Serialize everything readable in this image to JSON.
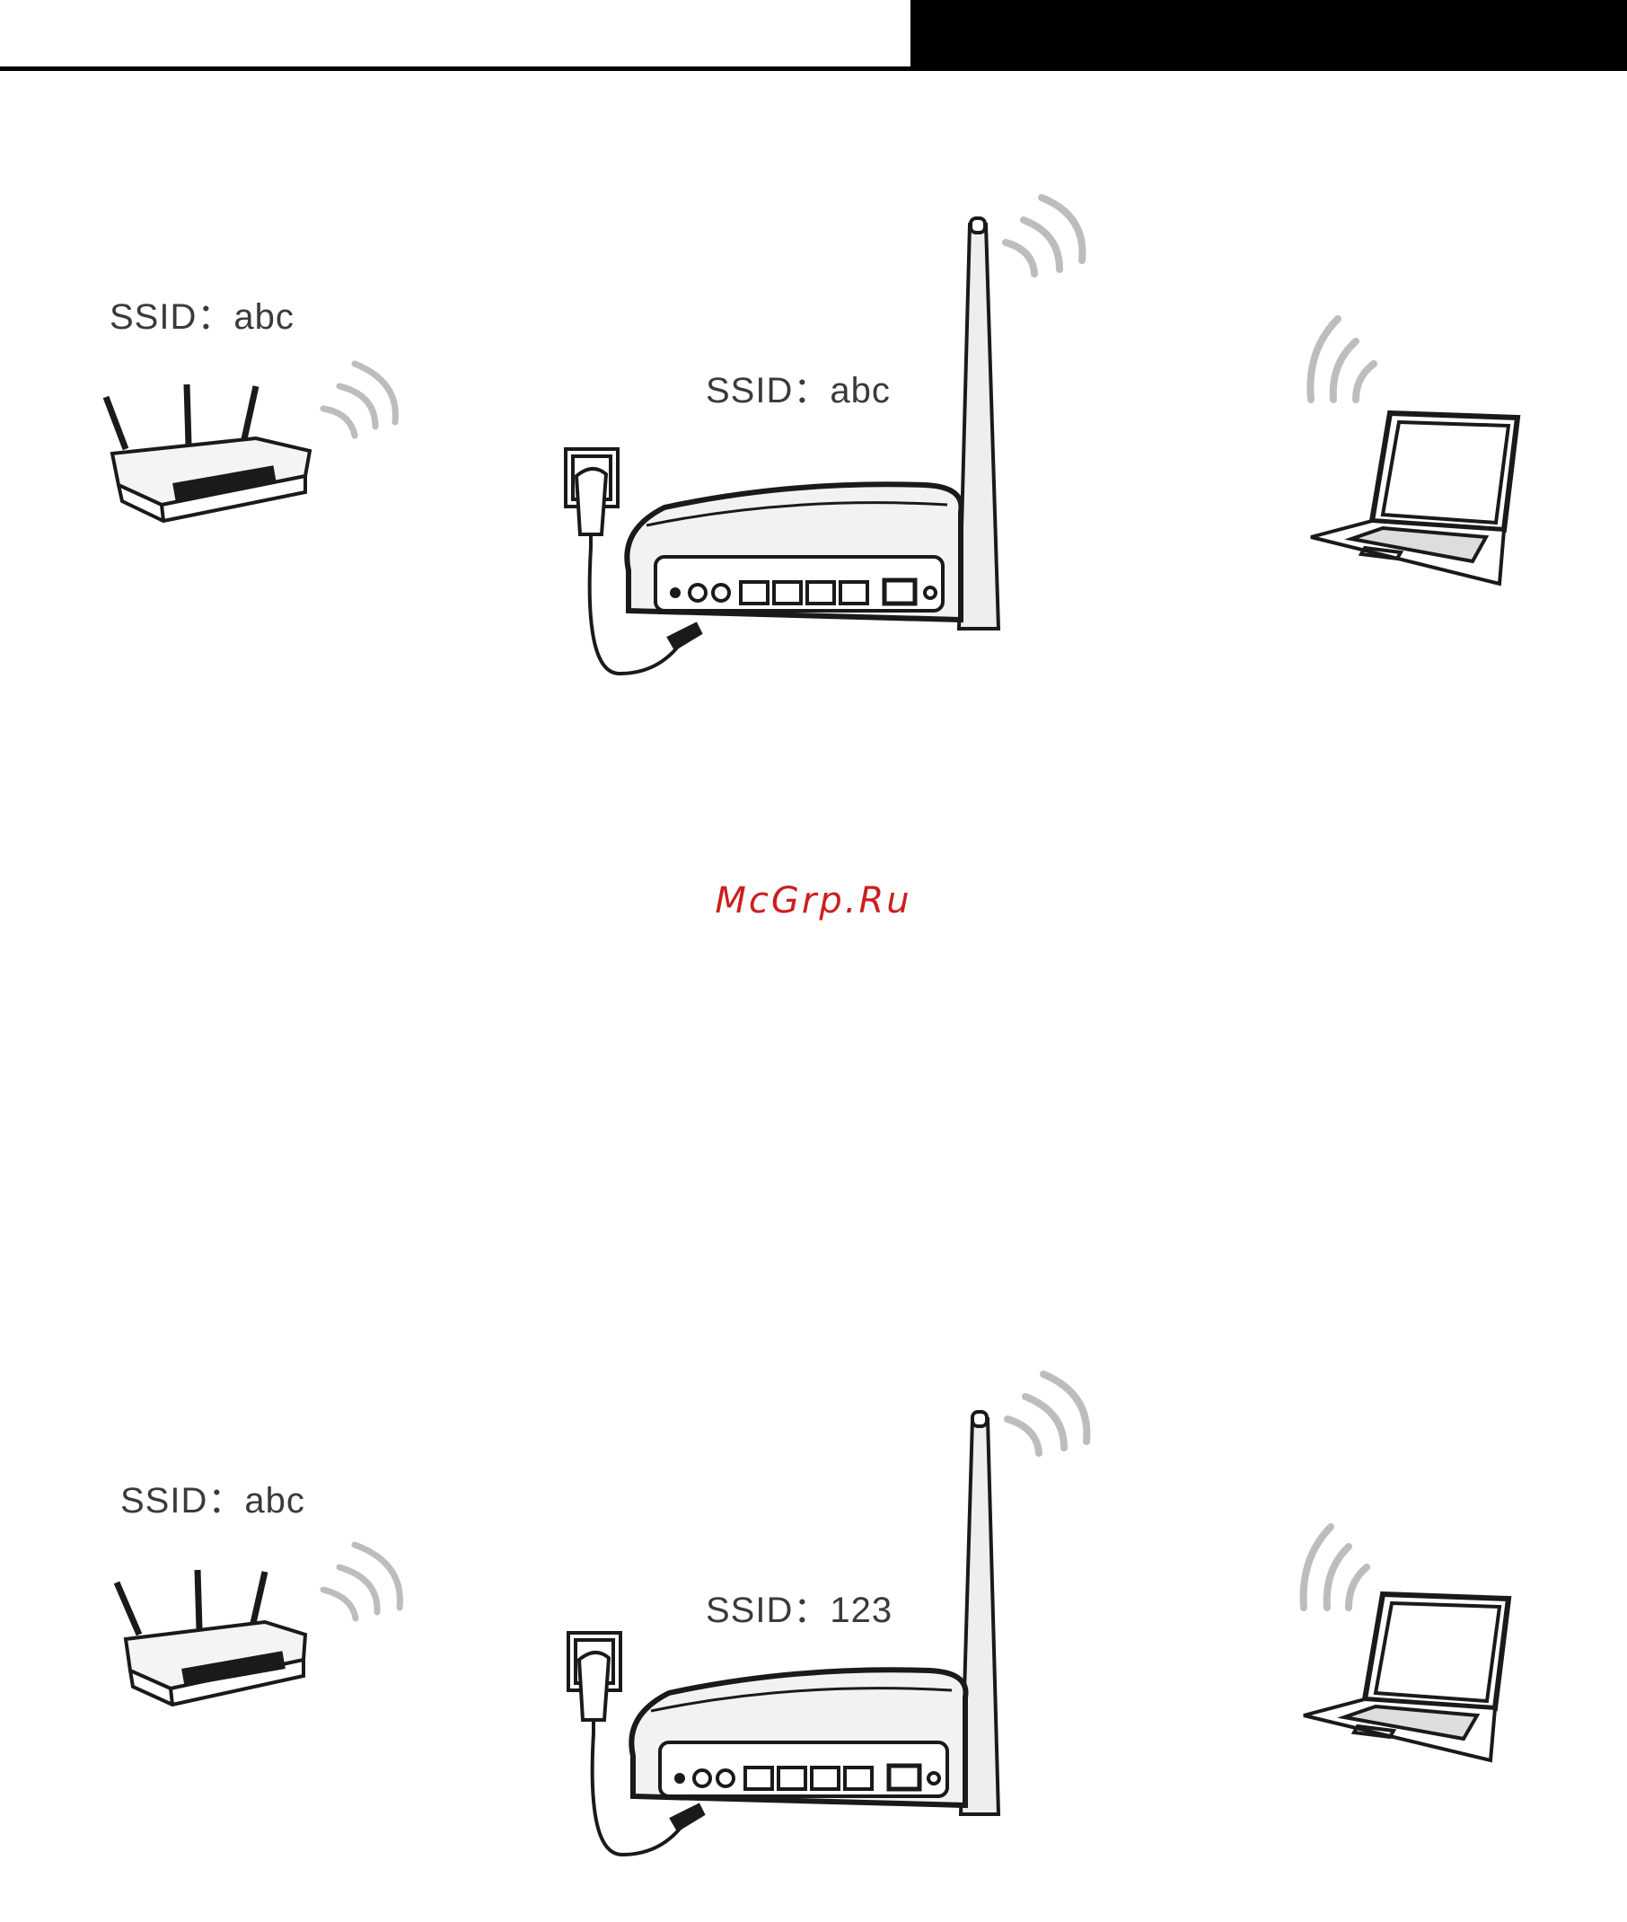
{
  "colors": {
    "ink": "#1a1a1a",
    "wave": "#bdbdbd",
    "watermark": "#cc1f1f"
  },
  "scenes": [
    {
      "remote_ap_ssid": "SSID：abc",
      "local_ap_ssid": "SSID：abc"
    },
    {
      "remote_ap_ssid": "SSID：abc",
      "local_ap_ssid": "SSID：123"
    }
  ],
  "watermark": "McGrp.Ru",
  "icons": [
    "wireless-router-icon",
    "wifi-waves-icon",
    "router-icon",
    "power-adapter-icon",
    "laptop-icon"
  ]
}
